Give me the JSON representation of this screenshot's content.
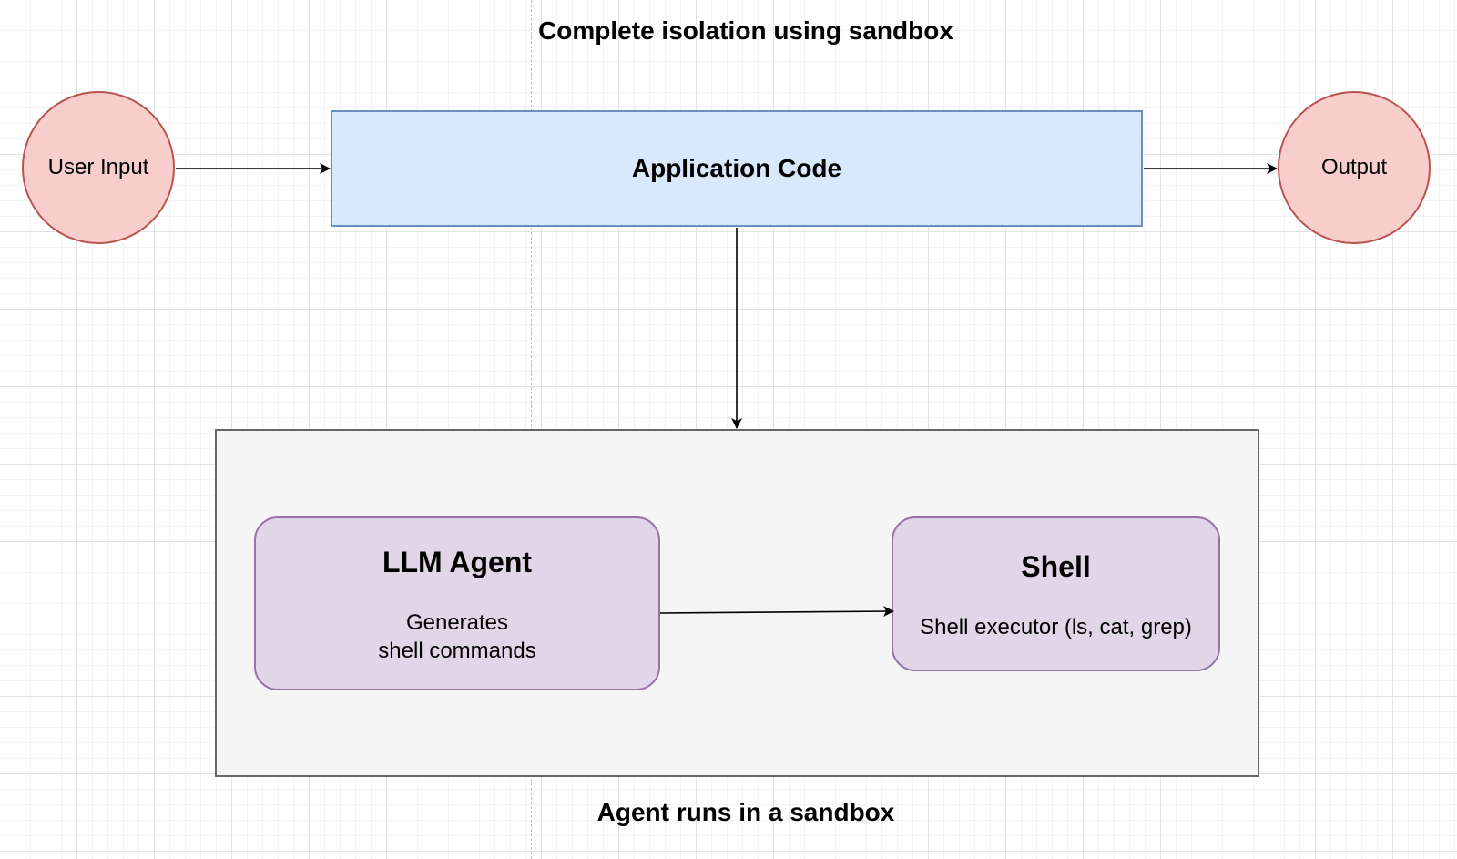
{
  "diagram": {
    "top_title": "Complete isolation using sandbox",
    "bottom_title": "Agent runs in a sandbox",
    "nodes": {
      "user_input": {
        "label": "User Input"
      },
      "application_code": {
        "label": "Application Code"
      },
      "output": {
        "label": "Output"
      },
      "llm_agent": {
        "title": "LLM Agent",
        "description": [
          "Generates",
          "shell commands"
        ]
      },
      "shell": {
        "title": "Shell",
        "description": "Shell executor (ls, cat, grep)"
      }
    },
    "edges": [
      {
        "from": "user_input",
        "to": "application_code"
      },
      {
        "from": "application_code",
        "to": "output"
      },
      {
        "from": "application_code",
        "to": "sandbox"
      },
      {
        "from": "llm_agent",
        "to": "shell"
      }
    ],
    "colors": {
      "circle_fill": "#f8cecc",
      "circle_stroke": "#b85450",
      "app_fill": "#dae8fc",
      "app_stroke": "#6c8ebf",
      "sandbox_fill": "#f5f5f5",
      "sandbox_stroke": "#666666",
      "agent_fill": "#e1d5e7",
      "agent_stroke": "#9673a6"
    }
  }
}
